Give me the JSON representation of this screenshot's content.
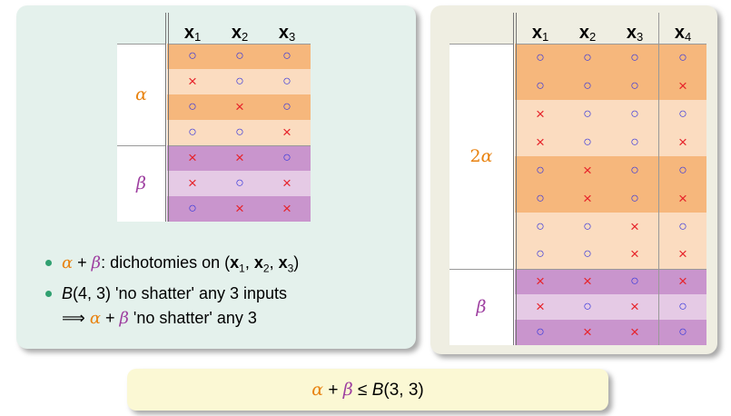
{
  "left_table": {
    "headers": [
      "x",
      "x",
      "x"
    ],
    "subs": [
      "1",
      "2",
      "3"
    ],
    "group_alpha": "α",
    "group_beta": "β",
    "rows": [
      [
        "○",
        "○",
        "○"
      ],
      [
        "×",
        "○",
        "○"
      ],
      [
        "○",
        "×",
        "○"
      ],
      [
        "○",
        "○",
        "×"
      ],
      [
        "×",
        "×",
        "○"
      ],
      [
        "×",
        "○",
        "×"
      ],
      [
        "○",
        "×",
        "×"
      ]
    ]
  },
  "right_table": {
    "headers": [
      "x",
      "x",
      "x",
      "x"
    ],
    "subs": [
      "1",
      "2",
      "3",
      "4"
    ],
    "group_2alpha_num": "2",
    "group_2alpha_sym": "α",
    "group_beta": "β",
    "rows": [
      [
        "○",
        "○",
        "○",
        "○"
      ],
      [
        "○",
        "○",
        "○",
        "×"
      ],
      [
        "×",
        "○",
        "○",
        "○"
      ],
      [
        "×",
        "○",
        "○",
        "×"
      ],
      [
        "○",
        "×",
        "○",
        "○"
      ],
      [
        "○",
        "×",
        "○",
        "×"
      ],
      [
        "○",
        "○",
        "×",
        "○"
      ],
      [
        "○",
        "○",
        "×",
        "×"
      ],
      [
        "×",
        "×",
        "○",
        "×"
      ],
      [
        "×",
        "○",
        "×",
        "○"
      ],
      [
        "○",
        "×",
        "×",
        "○"
      ]
    ]
  },
  "bullets": {
    "b1": {
      "alpha": "α",
      "plus": " + ",
      "beta": "β",
      "text": ": dichotomies on (",
      "x": "x",
      "s1": "1",
      "comma": ", ",
      "s2": "2",
      "s3": "3",
      "close": ")"
    },
    "b2": {
      "B": "B",
      "text": "(4, 3) 'no shatter' any 3 inputs",
      "implies": "⟹ ",
      "alpha": "α",
      "plus": " + ",
      "beta": "β",
      "tail": " 'no shatter' any 3"
    }
  },
  "formula": {
    "alpha": "α",
    "plus": " + ",
    "beta": "β",
    "leq": " ≤ ",
    "B": "B",
    "args": "(3, 3)"
  },
  "colors": {
    "alpha_orange": "#e8820f",
    "beta_purple": "#9e3fa0",
    "circle_blue": "#3a3adb",
    "cross_red": "#e6232a",
    "bullet_green": "#30a070"
  }
}
